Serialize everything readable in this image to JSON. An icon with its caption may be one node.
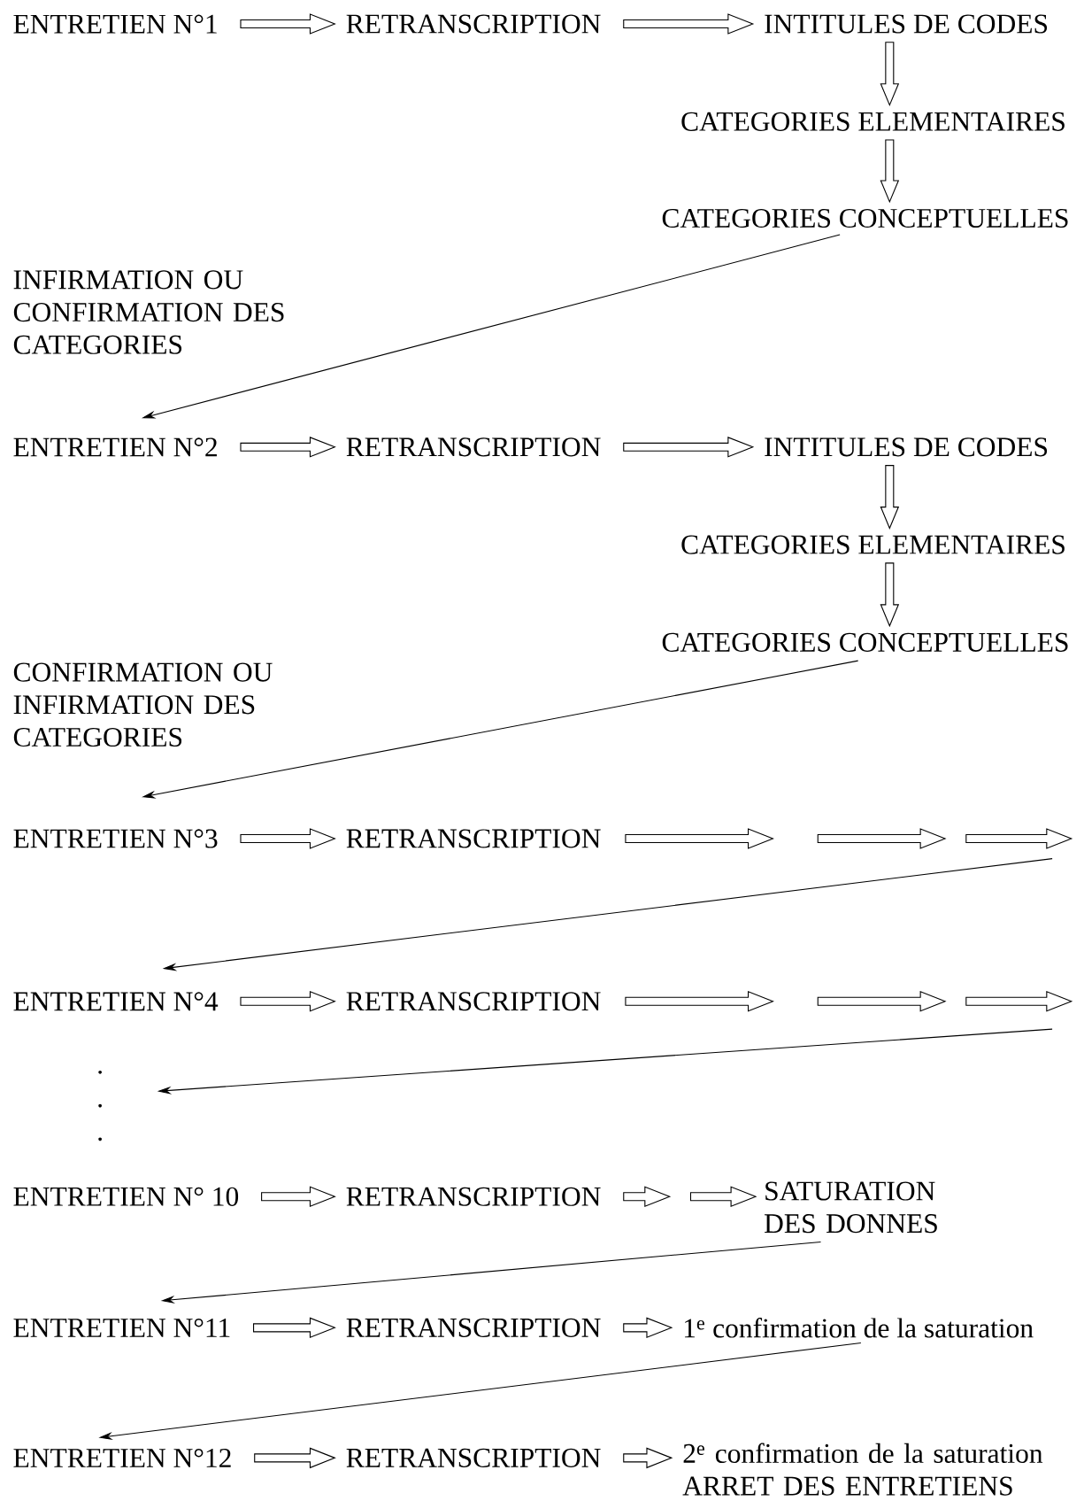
{
  "diagram": {
    "nodes": [
      {
        "text": [
          "ENTRETIEN N°1"
        ]
      },
      {
        "text": [
          "RETRANSCRIPTION"
        ]
      },
      {
        "text": [
          "INTITULES DE CODES"
        ]
      },
      {
        "text": [
          "CATEGORIES ELEMENTAIRES"
        ]
      },
      {
        "text": [
          "CATEGORIES CONCEPTUELLES"
        ]
      },
      {
        "text": [
          "ENTRETIEN N°2"
        ]
      },
      {
        "text": [
          "RETRANSCRIPTION"
        ]
      },
      {
        "text": [
          "INTITULES DE CODES"
        ]
      },
      {
        "text": [
          "CATEGORIES ELEMENTAIRES"
        ]
      },
      {
        "text": [
          "CATEGORIES CONCEPTUELLES"
        ]
      },
      {
        "text": [
          "ENTRETIEN N°3"
        ]
      },
      {
        "text": [
          "RETRANSCRIPTION"
        ]
      },
      {
        "text": [
          "ENTRETIEN N°4"
        ]
      },
      {
        "text": [
          "RETRANSCRIPTION"
        ]
      },
      {
        "text": [
          ". . ."
        ]
      },
      {
        "text": [
          "ENTRETIEN N° 10"
        ]
      },
      {
        "text": [
          "RETRANSCRIPTION"
        ]
      },
      {
        "text": [
          "SATURATION DES DONNES"
        ]
      },
      {
        "text": [
          "ENTRETIEN N°11"
        ]
      },
      {
        "text": [
          "RETRANSCRIPTION"
        ]
      },
      {
        "text": [
          "1$^{e}$ confirmation de la saturation"
        ]
      },
      {
        "text": [
          "ENTRETIEN N°12"
        ]
      },
      {
        "text": [
          "RETRANSCRIPTION"
        ]
      },
      {
        "text": [
          "2$^{e}$ confirmation de la saturation",
          "ARRET DES ENTRETIENS"
        ]
      }
    ],
    "edges": [
      {
        "from": 0,
        "to": 1,
        "arrow": "to"
      },
      {
        "from": 1,
        "to": 2,
        "arrow": "to"
      },
      {
        "from": 2,
        "to": 3,
        "arrow": "to"
      },
      {
        "from": 3,
        "to": 4,
        "arrow": "to"
      },
      {
        "from": 4,
        "to": 5,
        "arrow": "to"
      },
      {
        "from": 5,
        "to": 6,
        "arrow": "to"
      },
      {
        "from": 6,
        "to": 7,
        "arrow": "to"
      },
      {
        "from": 7,
        "to": 8,
        "arrow": "to"
      },
      {
        "from": 8,
        "to": 9,
        "arrow": "to"
      },
      {
        "from": 9,
        "to": 10,
        "arrow": "to"
      },
      {
        "from": 10,
        "to": 11,
        "arrow": "to"
      },
      {
        "from": 11,
        "to": null,
        "arrow": "to"
      },
      {
        "from": null,
        "to": 12,
        "arrow": "to"
      },
      {
        "from": 12,
        "to": 13,
        "arrow": "to"
      },
      {
        "from": 13,
        "to": null,
        "arrow": "to"
      },
      {
        "from": null,
        "to": 14,
        "arrow": "to"
      },
      {
        "from": 15,
        "to": 16,
        "arrow": "to"
      },
      {
        "from": 16,
        "to": null,
        "arrow": "to"
      },
      {
        "from": null,
        "to": 17,
        "arrow": "to"
      },
      {
        "from": 17,
        "to": 18,
        "arrow": "to"
      },
      {
        "from": 18,
        "to": 19,
        "arrow": "to"
      },
      {
        "from": 19,
        "to": 20,
        "arrow": "to"
      },
      {
        "from": 20,
        "to": 21,
        "arrow": "to"
      },
      {
        "from": 21,
        "to": 22,
        "arrow": "to"
      },
      {
        "from": 22,
        "to": 23,
        "arrow": "to"
      }
    ],
    "labels": [
      "INFIRMATION OU CONFIRMATION DES CATEGORIES",
      "CONFIRMATION OU INFIRMATION DES CATEGORIES"
    ]
  }
}
